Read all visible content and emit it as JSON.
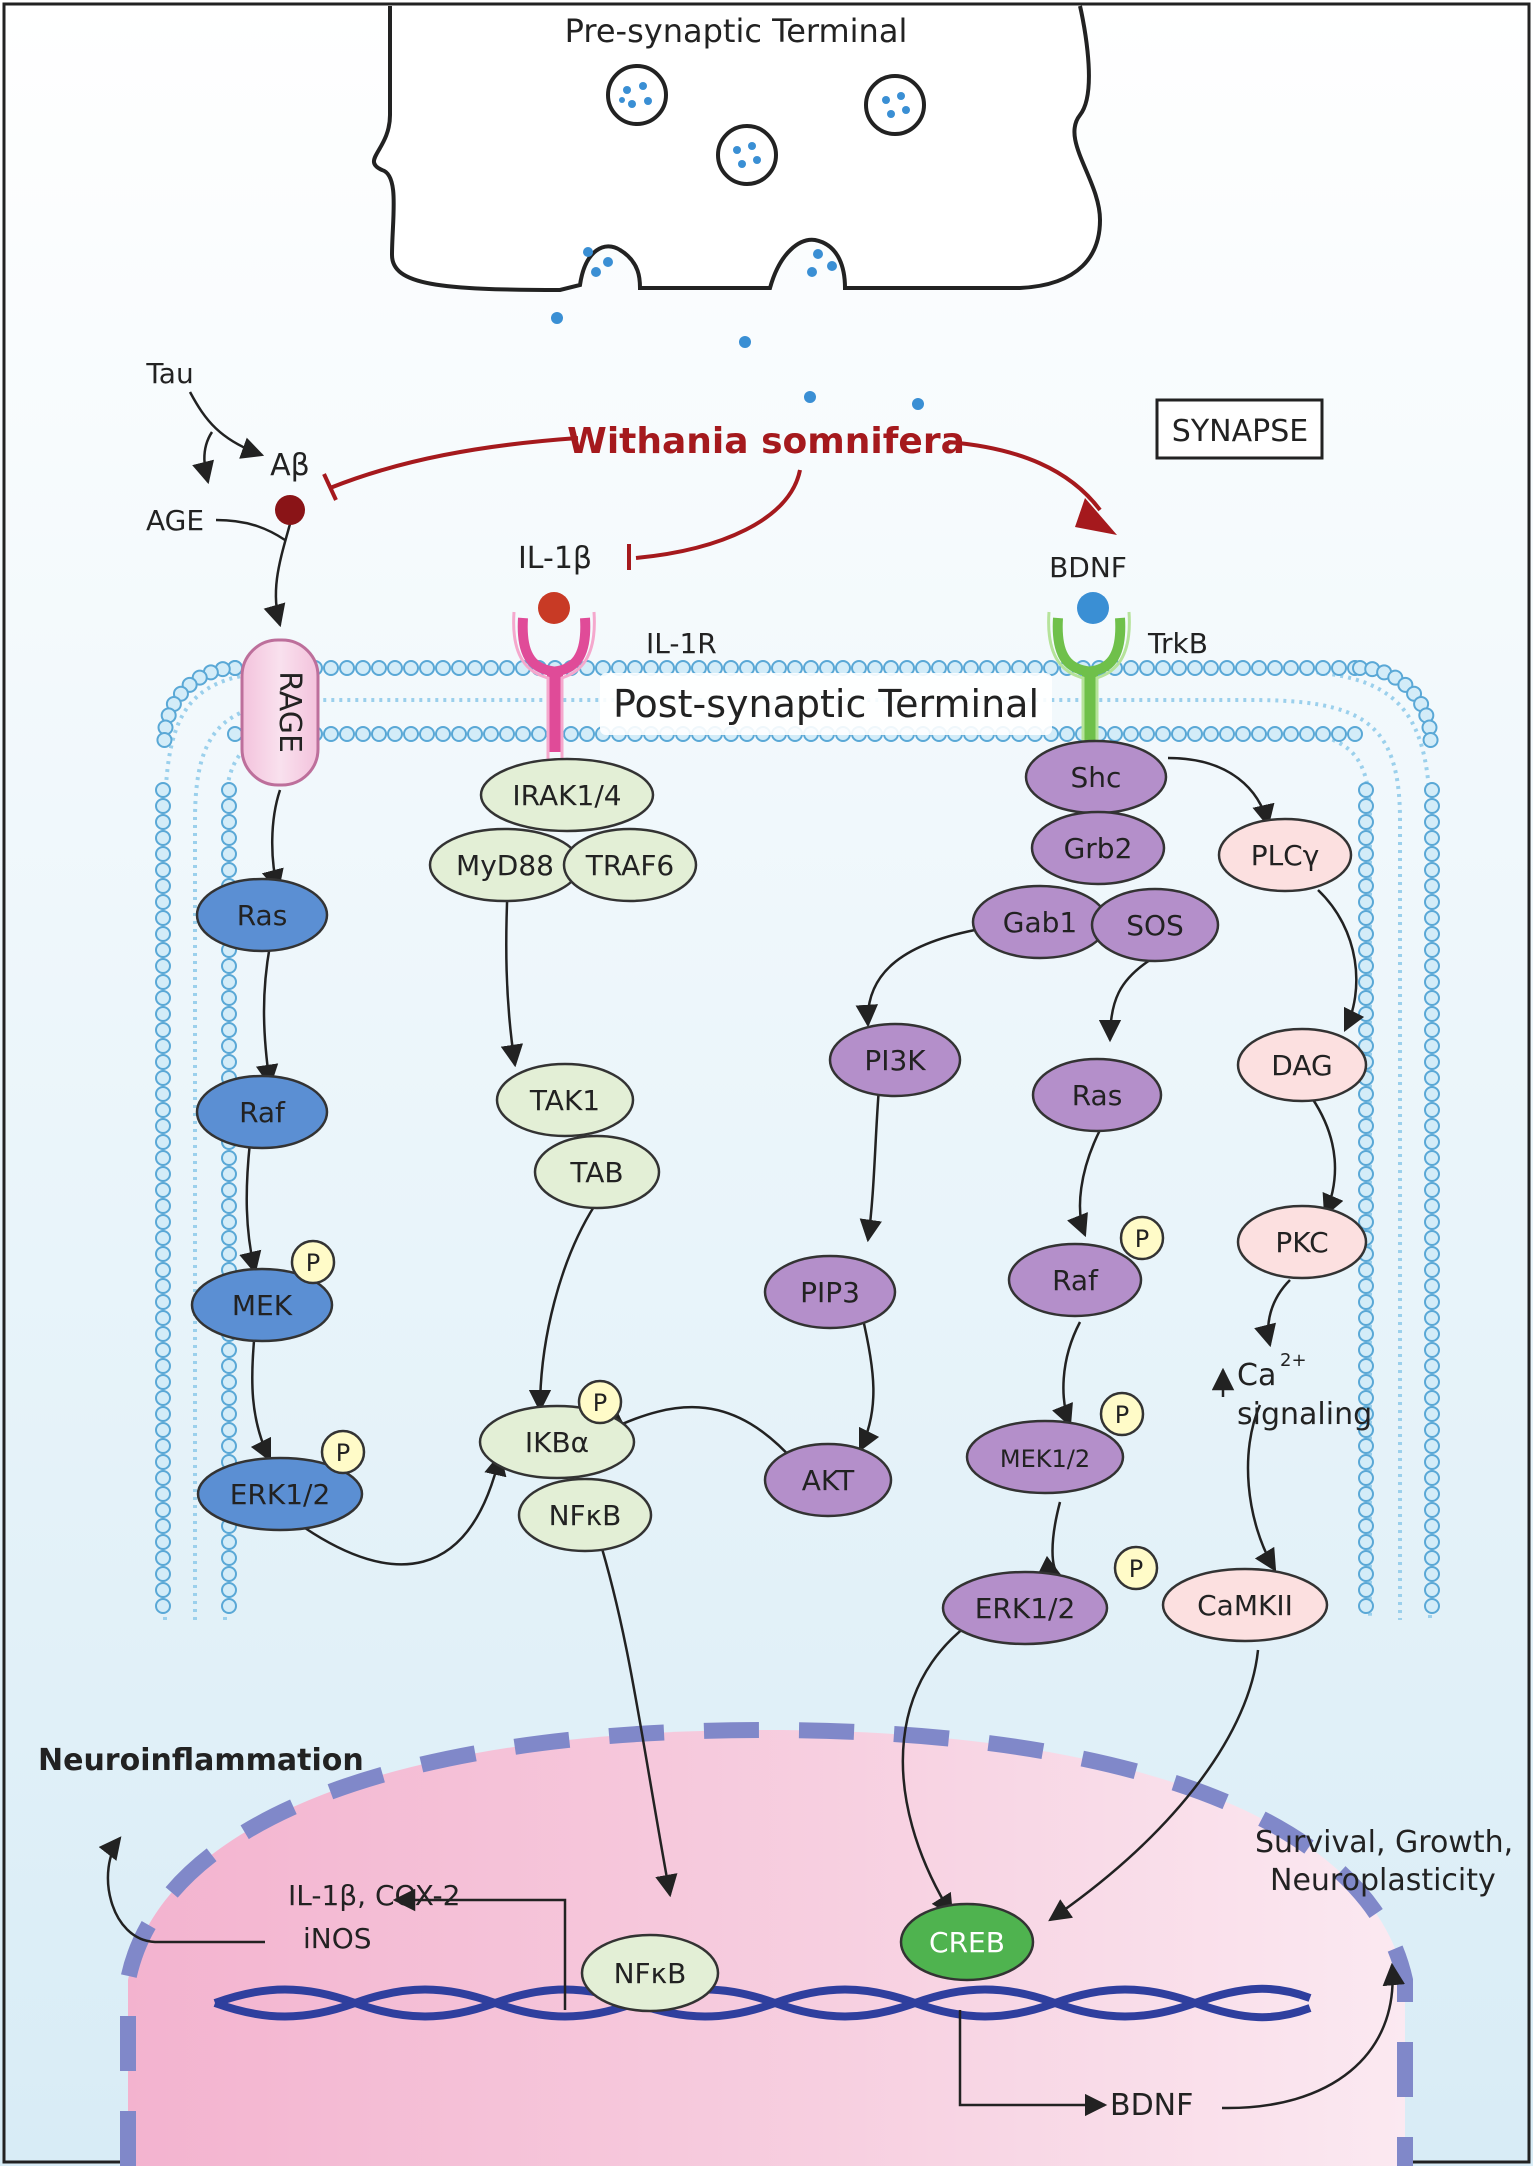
{
  "labels": {
    "presynaptic": "Pre-synaptic Terminal",
    "postsynaptic": "Post-synaptic Terminal",
    "synapse": "SYNAPSE",
    "withania": "Withania somnifera",
    "tau": "Tau",
    "abeta": "Aβ",
    "age": "AGE",
    "il1b": "IL-1β",
    "il1r": "IL-1R",
    "bdnf_top": "BDNF",
    "trkb": "TrkB",
    "rage": "RAGE",
    "neuroinflammation": "Neuroinflammation",
    "nuc_products_line1": "IL-1β, COX-2",
    "nuc_products_line2": "iNOS",
    "survival_line1": "Survival, Growth,",
    "survival_line2": "Neuroplasticity",
    "bdnf_bottom": "BDNF",
    "ca_main": "Ca",
    "ca_sup": "2+",
    "ca_signaling": "signaling",
    "phospho": "P"
  },
  "nodes": {
    "ras_left": "Ras",
    "raf_left": "Raf",
    "mek_left": "MEK",
    "erk_left": "ERK1/2",
    "irak": "IRAK1/4",
    "myd88": "MyD88",
    "traf6": "TRAF6",
    "tak1": "TAK1",
    "tab": "TAB",
    "ikba": "IKBα",
    "nfkb": "NFκB",
    "nfkb_nuc": "NFκB",
    "shc": "Shc",
    "grb2": "Grb2",
    "gab1": "Gab1",
    "sos": "SOS",
    "pi3k": "PI3K",
    "pip3": "PIP3",
    "akt": "AKT",
    "ras_right": "Ras",
    "raf_right": "Raf",
    "mek12": "MEK1/2",
    "erk_right": "ERK1/2",
    "plcg": "PLCγ",
    "dag": "DAG",
    "pkc": "PKC",
    "camkii": "CaMKII",
    "creb": "CREB"
  },
  "colors": {
    "blue_node": "#5b8fd3",
    "green_node": "#e3efd6",
    "purple_node": "#b48fca",
    "pink_node": "#fce0e0",
    "creb": "#4fb34f",
    "inhibition": "#a5191d",
    "phospho": "#fffbc8",
    "membrane": "#7fc0e3"
  }
}
